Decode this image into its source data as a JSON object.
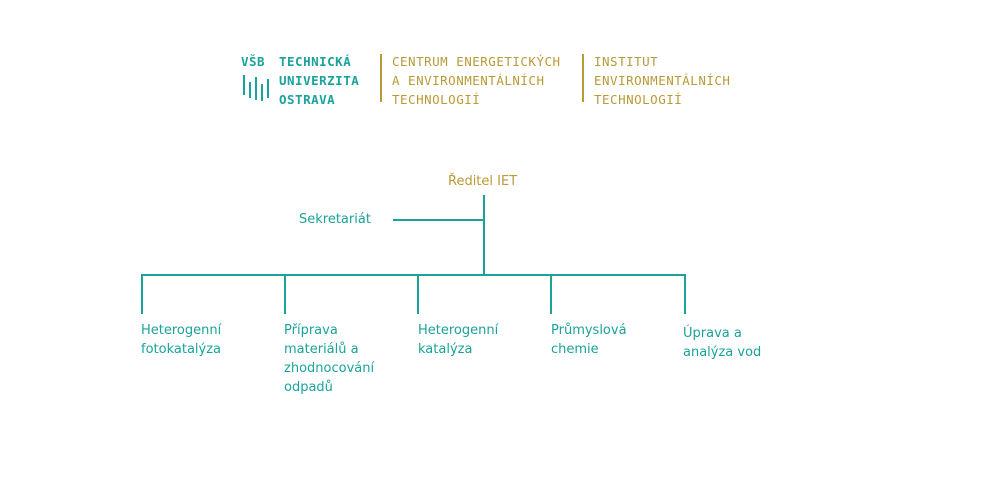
{
  "header": {
    "vsb": {
      "abbr": "VŠB",
      "line1": "TECHNICKÁ",
      "line2": "UNIVERZITA",
      "line3": "OSTRAVA"
    },
    "centre": {
      "line1": "CENTRUM ENERGETICKÝCH",
      "line2": "A ENVIRONMENTÁLNÍCH",
      "line3": "TECHNOLOGIÍ"
    },
    "institute": {
      "line1": "INSTITUT",
      "line2": "ENVIRONMENTÁLNÍCH",
      "line3": "TECHNOLOGIÍ"
    },
    "colors": {
      "teal": "#1aa39a",
      "gold": "#b89a37"
    }
  },
  "org_chart": {
    "director": "Ředitel IET",
    "staff": "Sekretariát",
    "departments": [
      "Heterogenní\nfotokatalýza",
      "Příprava\nmateriálů a\nzhodnocování\nodpadů",
      "Heterogenní\nkatalýza",
      "Průmyslová\nchemie",
      "Úprava a\nanalýza vod"
    ]
  }
}
